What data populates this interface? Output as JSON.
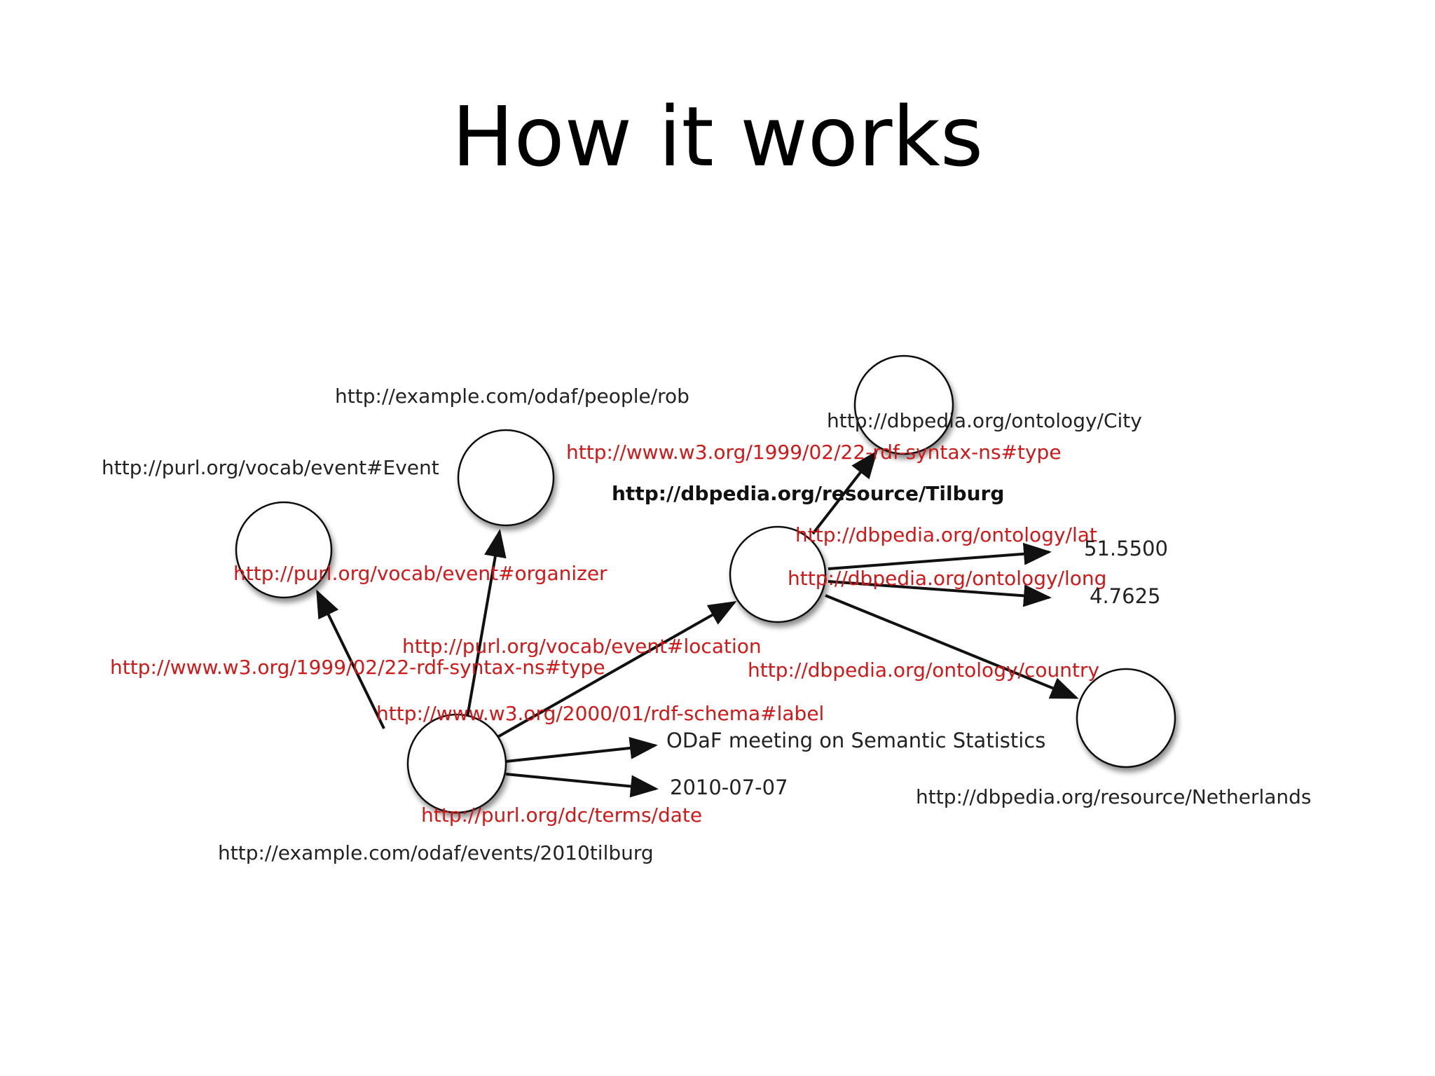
{
  "title": "How it works",
  "nodes": {
    "event": "http://example.com/odaf/events/2010tilburg",
    "event_class": "http://purl.org/vocab/event#Event",
    "rob": "http://example.com/odaf/people/rob",
    "tilburg": "http://dbpedia.org/resource/Tilburg",
    "city": "http://dbpedia.org/ontology/City",
    "netherlands": "http://dbpedia.org/resource/Netherlands"
  },
  "literals": {
    "label": "ODaF meeting on Semantic Statistics",
    "date": "2010-07-07",
    "lat": "51.5500",
    "long": "4.7625"
  },
  "predicates": {
    "event_type": "http://www.w3.org/1999/02/22-rdf-syntax-ns#type",
    "organizer": "http://purl.org/vocab/event#organizer",
    "location": "http://purl.org/vocab/event#location",
    "label": "http://www.w3.org/2000/01/rdf-schema#label",
    "date": "http://purl.org/dc/terms/date",
    "tilburg_type": "http://www.w3.org/1999/02/22-rdf-syntax-ns#type",
    "lat": "http://dbpedia.org/ontology/lat",
    "long": "http://dbpedia.org/ontology/long",
    "country": "http://dbpedia.org/ontology/country"
  },
  "colors": {
    "predicate": "#d01818",
    "node_stroke": "#111111",
    "text": "#222222"
  }
}
